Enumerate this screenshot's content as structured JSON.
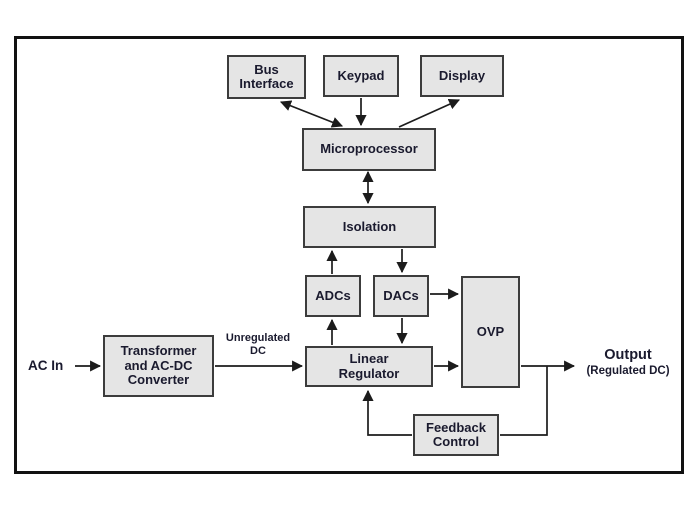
{
  "colors": {
    "background": "#ffffff",
    "frame_border": "#111111",
    "box_fill": "#e5e5e5",
    "box_border": "#3c3c3c",
    "wire": "#1c1c1c",
    "text": "#1a1a2e"
  },
  "nodes": {
    "bus_interface": {
      "lines": [
        "Bus",
        "Interface"
      ]
    },
    "keypad": {
      "lines": [
        "Keypad"
      ]
    },
    "display": {
      "lines": [
        "Display"
      ]
    },
    "microprocessor": {
      "lines": [
        "Microprocessor"
      ]
    },
    "isolation": {
      "lines": [
        "Isolation"
      ]
    },
    "adcs": {
      "lines": [
        "ADCs"
      ]
    },
    "dacs": {
      "lines": [
        "DACs"
      ]
    },
    "ovp": {
      "lines": [
        "OVP"
      ]
    },
    "transformer": {
      "lines": [
        "Transformer",
        "and AC-DC",
        "Converter"
      ]
    },
    "linear_regulator": {
      "lines": [
        "Linear",
        "Regulator"
      ]
    },
    "feedback_control": {
      "lines": [
        "Feedback",
        "Control"
      ]
    }
  },
  "labels": {
    "ac_in": "AC In",
    "unregulated_line1": "Unregulated",
    "unregulated_line2": "DC",
    "output": "Output",
    "output_sub": "(Regulated DC)"
  },
  "connections": [
    {
      "from": "Bus Interface",
      "to": "Microprocessor",
      "direction": "bidirectional"
    },
    {
      "from": "Keypad",
      "to": "Microprocessor",
      "direction": "unidirectional"
    },
    {
      "from": "Microprocessor",
      "to": "Display",
      "direction": "unidirectional"
    },
    {
      "from": "Microprocessor",
      "to": "Isolation",
      "direction": "bidirectional"
    },
    {
      "from": "ADCs",
      "to": "Isolation",
      "direction": "unidirectional"
    },
    {
      "from": "Isolation",
      "to": "DACs",
      "direction": "unidirectional"
    },
    {
      "from": "Linear Regulator",
      "to": "ADCs",
      "direction": "unidirectional"
    },
    {
      "from": "DACs",
      "to": "Linear Regulator",
      "direction": "unidirectional"
    },
    {
      "from": "DACs",
      "to": "OVP",
      "direction": "unidirectional"
    },
    {
      "from": "Linear Regulator",
      "to": "OVP",
      "direction": "unidirectional"
    },
    {
      "from": "OVP",
      "to": "Output (Regulated DC)",
      "direction": "unidirectional"
    },
    {
      "from": "Output line",
      "to": "Feedback Control",
      "direction": "unidirectional"
    },
    {
      "from": "Feedback Control",
      "to": "Linear Regulator",
      "direction": "unidirectional"
    },
    {
      "from": "AC In",
      "to": "Transformer and AC-DC Converter",
      "direction": "unidirectional"
    },
    {
      "from": "Transformer and AC-DC Converter",
      "to": "Linear Regulator",
      "direction": "unidirectional",
      "label": "Unregulated DC"
    }
  ]
}
